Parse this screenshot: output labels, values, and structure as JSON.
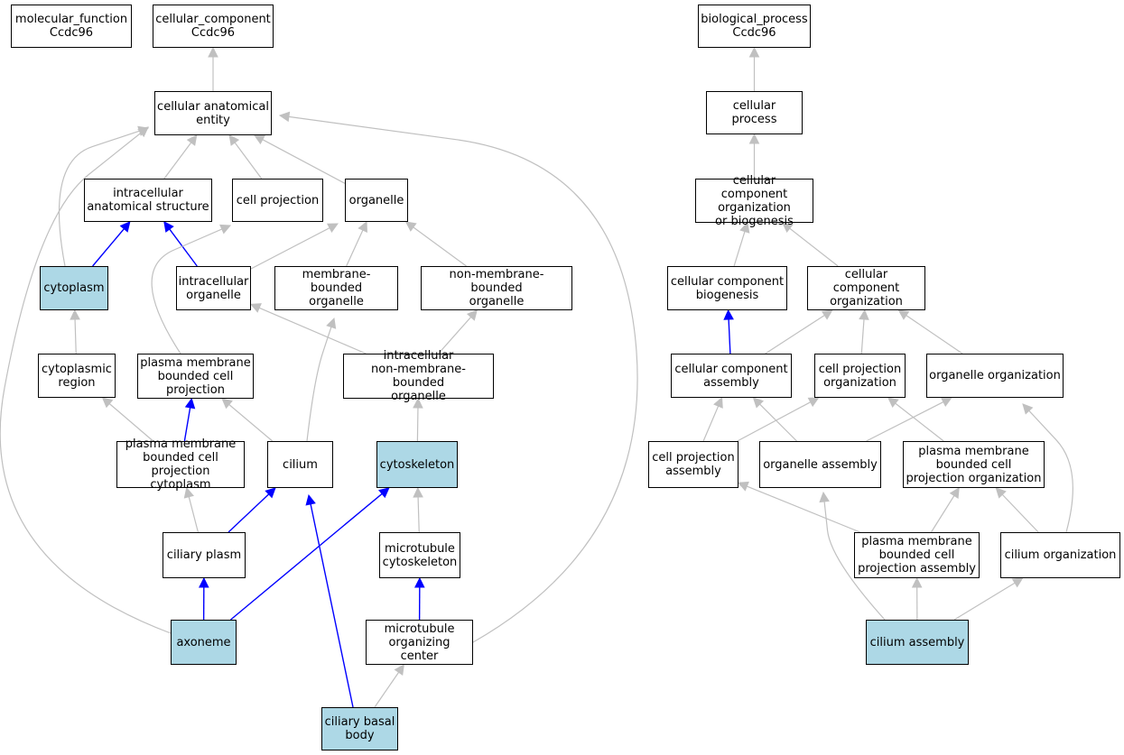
{
  "colors": {
    "highlight": "#add8e6",
    "is_a_edge": "#c0c0c0",
    "part_of_edge": "#0000ff"
  },
  "nodes": [
    {
      "id": "mf",
      "label": "molecular_function\nCcdc96",
      "highlight": false
    },
    {
      "id": "cc",
      "label": "cellular_component\nCcdc96",
      "highlight": false
    },
    {
      "id": "bp",
      "label": "biological_process\nCcdc96",
      "highlight": false
    },
    {
      "id": "cae",
      "label": "cellular anatomical\nentity",
      "highlight": false
    },
    {
      "id": "cp",
      "label": "cellular process",
      "highlight": false
    },
    {
      "id": "ias",
      "label": "intracellular\nanatomical structure",
      "highlight": false
    },
    {
      "id": "cproj",
      "label": "cell projection",
      "highlight": false
    },
    {
      "id": "org",
      "label": "organelle",
      "highlight": false
    },
    {
      "id": "ccob",
      "label": "cellular component\norganization\nor biogenesis",
      "highlight": false
    },
    {
      "id": "cyto",
      "label": "cytoplasm",
      "highlight": true
    },
    {
      "id": "io",
      "label": "intracellular\norganelle",
      "highlight": false
    },
    {
      "id": "mbo",
      "label": "membrane-bounded\norganelle",
      "highlight": false
    },
    {
      "id": "nmbo",
      "label": "non-membrane-bounded\norganelle",
      "highlight": false
    },
    {
      "id": "ccb",
      "label": "cellular component\nbiogenesis",
      "highlight": false
    },
    {
      "id": "cco",
      "label": "cellular component\norganization",
      "highlight": false
    },
    {
      "id": "cr",
      "label": "cytoplasmic\nregion",
      "highlight": false
    },
    {
      "id": "pmbcp",
      "label": "plasma membrane\nbounded cell\nprojection",
      "highlight": false
    },
    {
      "id": "inmbo",
      "label": "intracellular\nnon-membrane-bounded\norganelle",
      "highlight": false
    },
    {
      "id": "cca",
      "label": "cellular component\nassembly",
      "highlight": false
    },
    {
      "id": "cpo",
      "label": "cell projection\norganization",
      "highlight": false
    },
    {
      "id": "oo",
      "label": "organelle organization",
      "highlight": false
    },
    {
      "id": "pmbcpc",
      "label": "plasma membrane\nbounded cell\nprojection cytoplasm",
      "highlight": false
    },
    {
      "id": "cil",
      "label": "cilium",
      "highlight": false
    },
    {
      "id": "csk",
      "label": "cytoskeleton",
      "highlight": true
    },
    {
      "id": "cpa",
      "label": "cell projection\nassembly",
      "highlight": false
    },
    {
      "id": "oa",
      "label": "organelle assembly",
      "highlight": false
    },
    {
      "id": "pmbcpo",
      "label": "plasma membrane\nbounded cell\nprojection organization",
      "highlight": false
    },
    {
      "id": "cpl",
      "label": "ciliary plasm",
      "highlight": false
    },
    {
      "id": "mtc",
      "label": "microtubule\ncytoskeleton",
      "highlight": false
    },
    {
      "id": "pmbcpa",
      "label": "plasma membrane\nbounded cell\nprojection assembly",
      "highlight": false
    },
    {
      "id": "cilo",
      "label": "cilium organization",
      "highlight": false
    },
    {
      "id": "axo",
      "label": "axoneme",
      "highlight": true
    },
    {
      "id": "mtoc",
      "label": "microtubule\norganizing center",
      "highlight": false
    },
    {
      "id": "cila",
      "label": "cilium assembly",
      "highlight": true
    },
    {
      "id": "cbb",
      "label": "ciliary basal\nbody",
      "highlight": true
    }
  ],
  "edges": [
    {
      "from": "cae",
      "to": "cc",
      "type": "is_a"
    },
    {
      "from": "ias",
      "to": "cae",
      "type": "is_a"
    },
    {
      "from": "cproj",
      "to": "cae",
      "type": "is_a"
    },
    {
      "from": "org",
      "to": "cae",
      "type": "is_a"
    },
    {
      "from": "cyto",
      "to": "cae",
      "type": "is_a"
    },
    {
      "from": "axo",
      "to": "cae",
      "type": "is_a"
    },
    {
      "from": "mtoc",
      "to": "cae",
      "type": "is_a"
    },
    {
      "from": "cyto",
      "to": "ias",
      "type": "part_of"
    },
    {
      "from": "io",
      "to": "ias",
      "type": "part_of"
    },
    {
      "from": "io",
      "to": "org",
      "type": "is_a"
    },
    {
      "from": "mbo",
      "to": "org",
      "type": "is_a"
    },
    {
      "from": "nmbo",
      "to": "org",
      "type": "is_a"
    },
    {
      "from": "cr",
      "to": "cyto",
      "type": "is_a"
    },
    {
      "from": "pmbcp",
      "to": "cproj",
      "type": "is_a"
    },
    {
      "from": "inmbo",
      "to": "io",
      "type": "is_a"
    },
    {
      "from": "inmbo",
      "to": "nmbo",
      "type": "is_a"
    },
    {
      "from": "pmbcpc",
      "to": "cr",
      "type": "is_a"
    },
    {
      "from": "pmbcpc",
      "to": "pmbcp",
      "type": "part_of"
    },
    {
      "from": "cil",
      "to": "pmbcp",
      "type": "is_a"
    },
    {
      "from": "cil",
      "to": "mbo",
      "type": "is_a"
    },
    {
      "from": "csk",
      "to": "inmbo",
      "type": "is_a"
    },
    {
      "from": "cpl",
      "to": "pmbcpc",
      "type": "is_a"
    },
    {
      "from": "cpl",
      "to": "cil",
      "type": "part_of"
    },
    {
      "from": "mtc",
      "to": "csk",
      "type": "is_a"
    },
    {
      "from": "axo",
      "to": "cpl",
      "type": "part_of"
    },
    {
      "from": "axo",
      "to": "csk",
      "type": "part_of"
    },
    {
      "from": "mtoc",
      "to": "mtc",
      "type": "part_of"
    },
    {
      "from": "cbb",
      "to": "cil",
      "type": "part_of"
    },
    {
      "from": "cbb",
      "to": "mtoc",
      "type": "is_a"
    },
    {
      "from": "cp",
      "to": "bp",
      "type": "is_a"
    },
    {
      "from": "ccob",
      "to": "cp",
      "type": "is_a"
    },
    {
      "from": "ccb",
      "to": "ccob",
      "type": "is_a"
    },
    {
      "from": "cco",
      "to": "ccob",
      "type": "is_a"
    },
    {
      "from": "cca",
      "to": "ccb",
      "type": "part_of"
    },
    {
      "from": "cca",
      "to": "cco",
      "type": "is_a"
    },
    {
      "from": "cpo",
      "to": "cco",
      "type": "is_a"
    },
    {
      "from": "oo",
      "to": "cco",
      "type": "is_a"
    },
    {
      "from": "cpa",
      "to": "cca",
      "type": "is_a"
    },
    {
      "from": "cpa",
      "to": "cpo",
      "type": "is_a"
    },
    {
      "from": "oa",
      "to": "cca",
      "type": "is_a"
    },
    {
      "from": "oa",
      "to": "oo",
      "type": "is_a"
    },
    {
      "from": "pmbcpo",
      "to": "cpo",
      "type": "is_a"
    },
    {
      "from": "pmbcpa",
      "to": "cpa",
      "type": "is_a"
    },
    {
      "from": "pmbcpa",
      "to": "pmbcpo",
      "type": "is_a"
    },
    {
      "from": "cilo",
      "to": "pmbcpo",
      "type": "is_a"
    },
    {
      "from": "cilo",
      "to": "oo",
      "type": "is_a"
    },
    {
      "from": "cila",
      "to": "oa",
      "type": "is_a"
    },
    {
      "from": "cila",
      "to": "pmbcpa",
      "type": "is_a"
    },
    {
      "from": "cila",
      "to": "cilo",
      "type": "is_a"
    }
  ]
}
